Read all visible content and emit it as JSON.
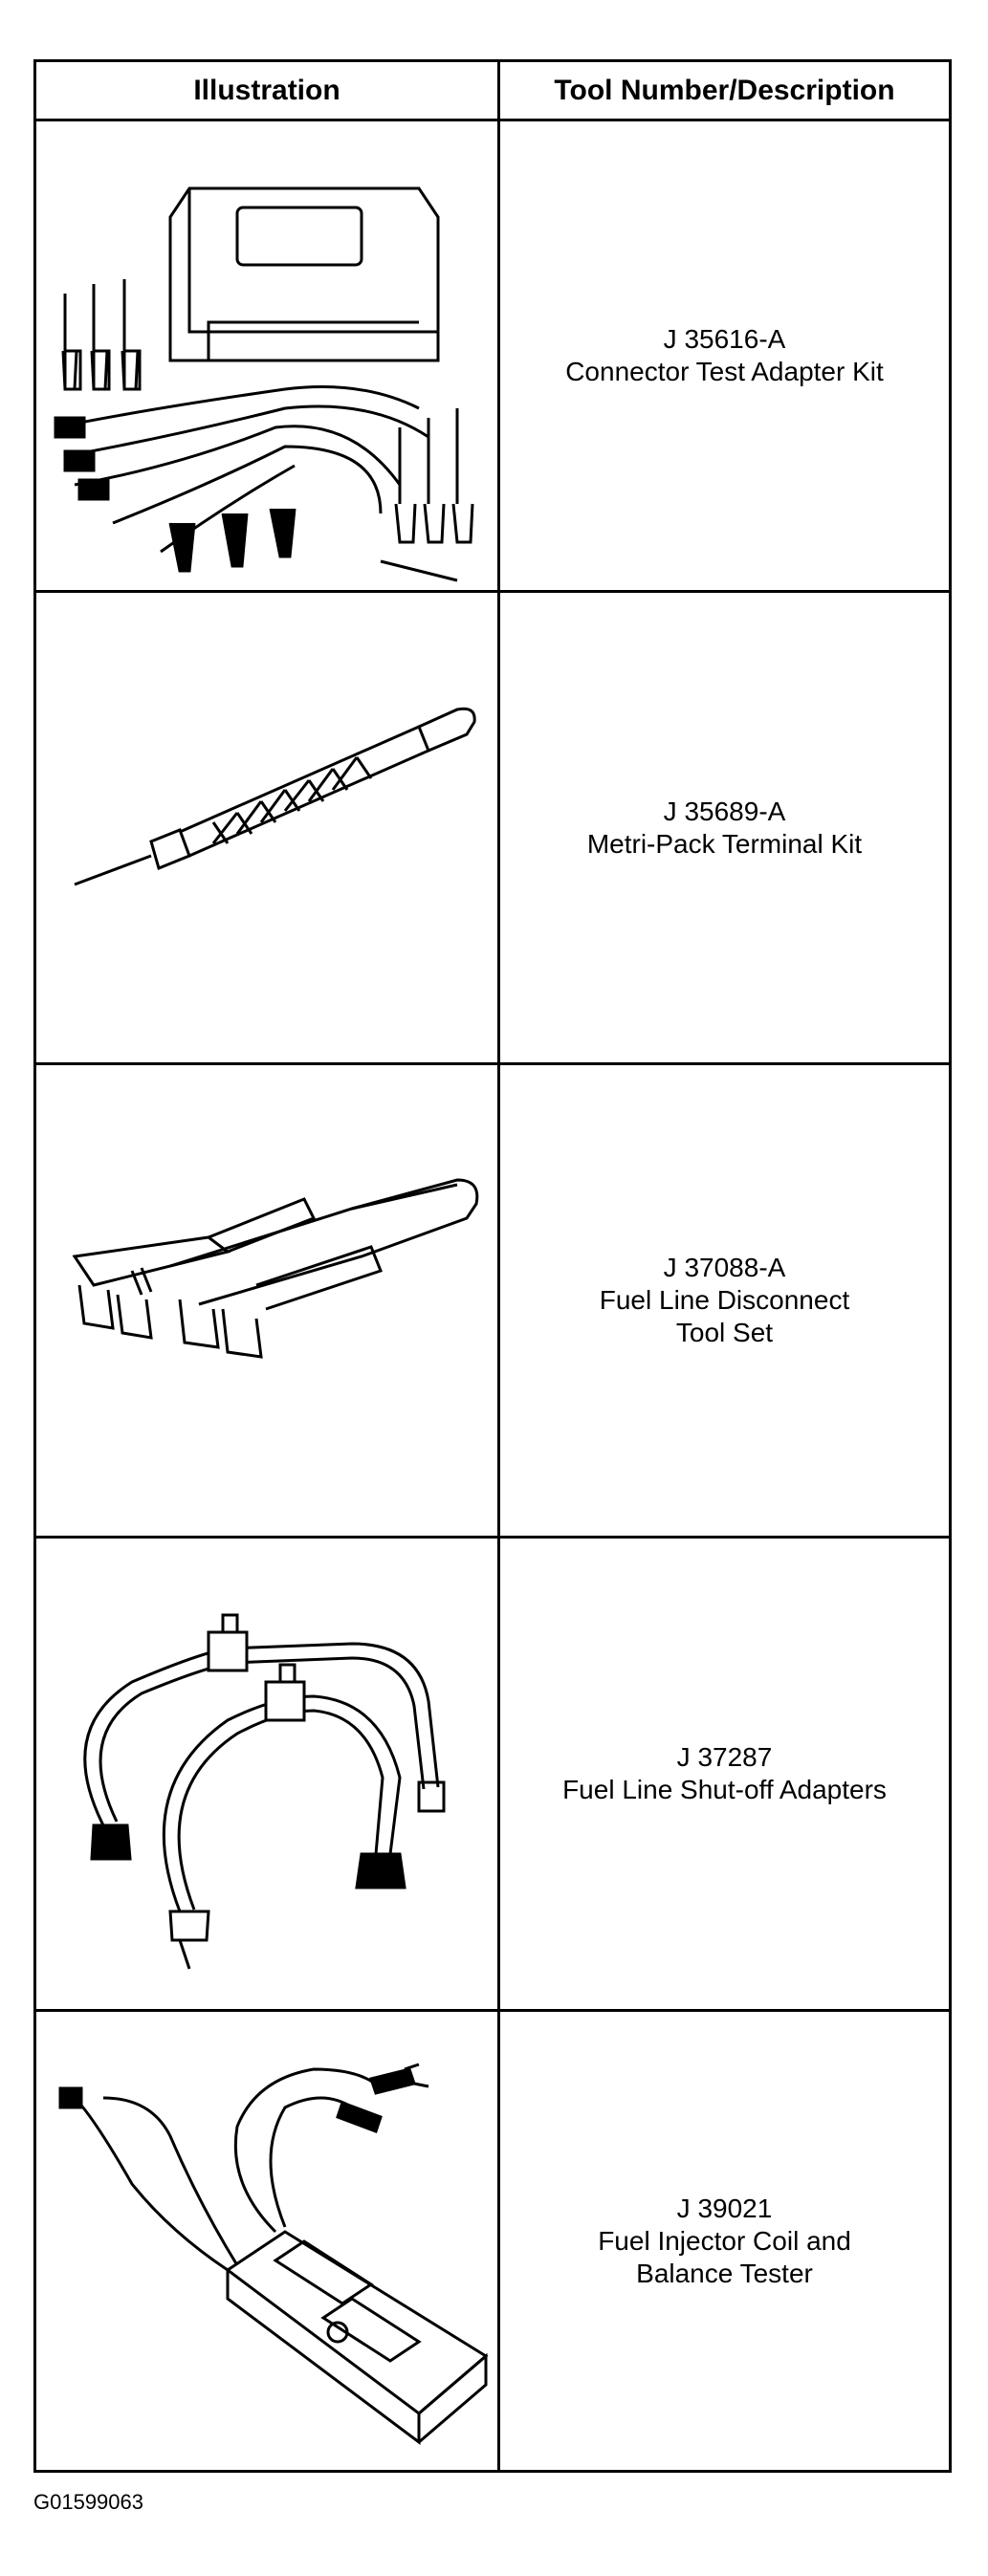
{
  "table": {
    "headers": {
      "illustration": "Illustration",
      "description": "Tool Number/Description"
    },
    "rows": [
      {
        "number": "J 35616-A",
        "lines": [
          "Connector Test Adapter Kit"
        ],
        "illustration_icon": "connector-test-adapter-kit-icon"
      },
      {
        "number": "J 35689-A",
        "lines": [
          "Metri-Pack Terminal Kit"
        ],
        "illustration_icon": "metri-pack-terminal-tool-icon"
      },
      {
        "number": "J 37088-A",
        "lines": [
          "Fuel Line Disconnect",
          "Tool Set"
        ],
        "illustration_icon": "fuel-line-disconnect-tool-icon"
      },
      {
        "number": "J 37287",
        "lines": [
          "Fuel Line Shut-off Adapters"
        ],
        "illustration_icon": "fuel-line-shutoff-adapters-icon"
      },
      {
        "number": "J 39021",
        "lines": [
          "Fuel Injector Coil and",
          "Balance Tester"
        ],
        "illustration_icon": "fuel-injector-tester-icon"
      }
    ]
  },
  "footer": {
    "figure_id": "G01599063"
  }
}
